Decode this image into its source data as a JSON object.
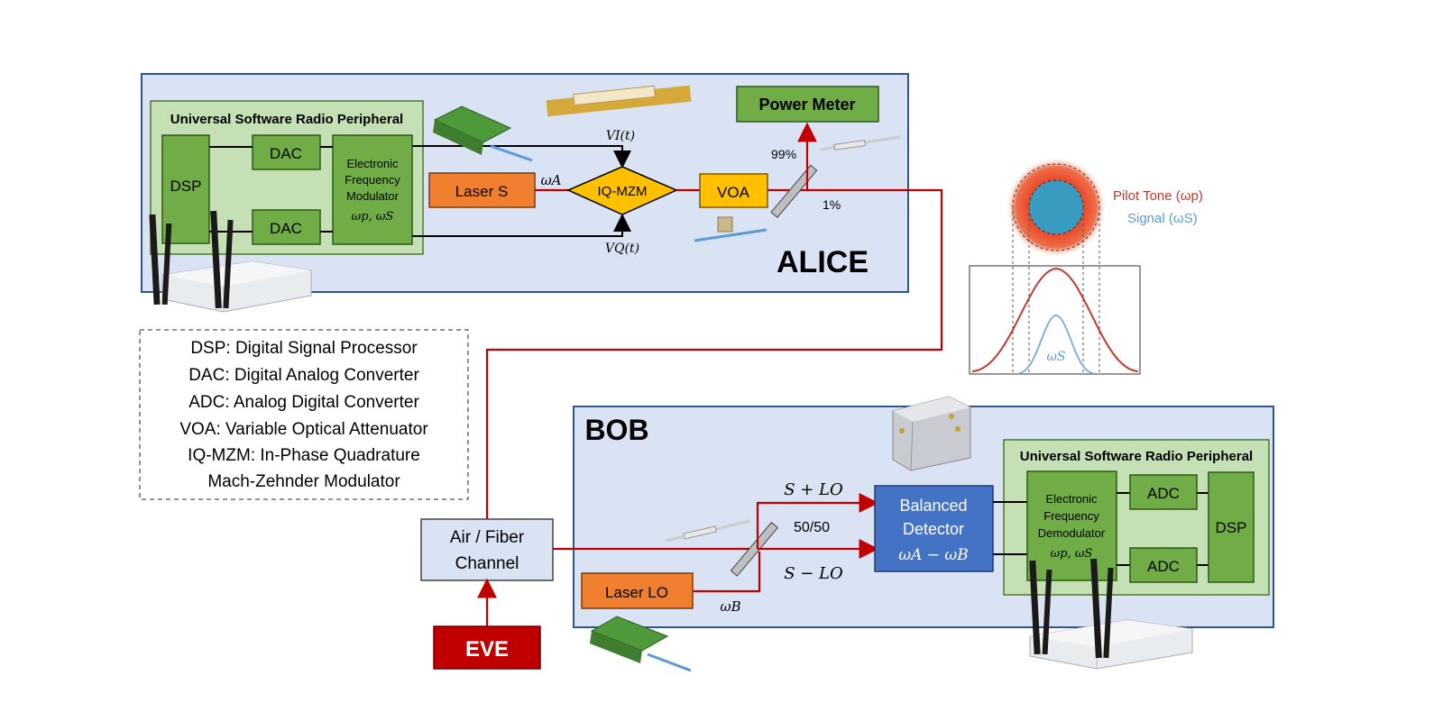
{
  "alice": {
    "title": "ALICE",
    "usrp_title": "Universal Software Radio Peripheral",
    "dsp": "DSP",
    "dac1": "DAC",
    "dac2": "DAC",
    "efm": [
      "Electronic",
      "Frequency",
      "Modulator"
    ],
    "efm_freq": "ωp, ωS",
    "laser": "Laser S",
    "omega_a": "ωA",
    "iqmzm": "IQ-MZM",
    "vi": "VI(t)",
    "vq": "VQ(t)",
    "voa": "VOA",
    "power_meter": "Power Meter",
    "pct99": "99%",
    "pct1": "1%"
  },
  "legend": {
    "lines": [
      "DSP: Digital Signal Processor",
      "DAC: Digital Analog Converter",
      "ADC: Analog Digital Converter",
      "VOA: Variable Optical Attenuator",
      "IQ-MZM: In-Phase Quadrature",
      "Mach-Zehnder Modulator"
    ]
  },
  "spectrum": {
    "pilot_label": "Pilot Tone (ωp)",
    "signal_label": "Signal (ωS)",
    "omega_s": "ωS",
    "pilot_color": "#c0392b",
    "signal_color": "#5b9bd5"
  },
  "channel": {
    "label_line1": "Air / Fiber",
    "label_line2": "Channel",
    "eve": "EVE"
  },
  "bob": {
    "title": "BOB",
    "usrp_title": "Universal Software Radio Peripheral",
    "s_plus_lo": "S + LO",
    "s_minus_lo": "S − LO",
    "split": "50/50",
    "laser": "Laser LO",
    "omega_b": "ωB",
    "detector_line1": "Balanced",
    "detector_line2": "Detector",
    "detector_freq": "ωA − ωB",
    "efd": [
      "Electronic",
      "Frequency",
      "Demodulator"
    ],
    "efd_freq": "ωp, ωS",
    "adc1": "ADC",
    "adc2": "ADC",
    "dsp": "DSP"
  },
  "colors": {
    "panel_fill": "#dae3f3",
    "panel_border": "#2f5597",
    "usrp_fill": "#c5e0b4",
    "green_box": "#70ad47",
    "orange_box": "#f08030",
    "iq_fill": "#ffc000",
    "detector_fill": "#4472c4",
    "eve_fill": "#c00000",
    "fiber": "#c00000"
  }
}
